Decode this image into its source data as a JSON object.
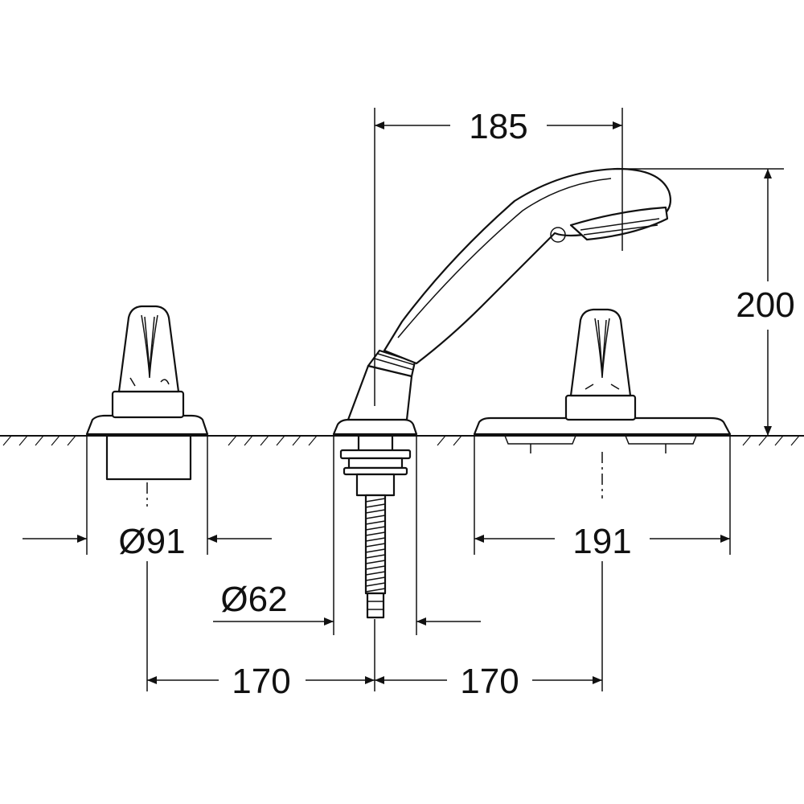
{
  "dimensions": {
    "handshower_reach": "185",
    "height": "200",
    "left_diameter": "Ø91",
    "center_diameter": "Ø62",
    "right_plate_width": "191",
    "spacing_left": "170",
    "spacing_right": "170"
  }
}
